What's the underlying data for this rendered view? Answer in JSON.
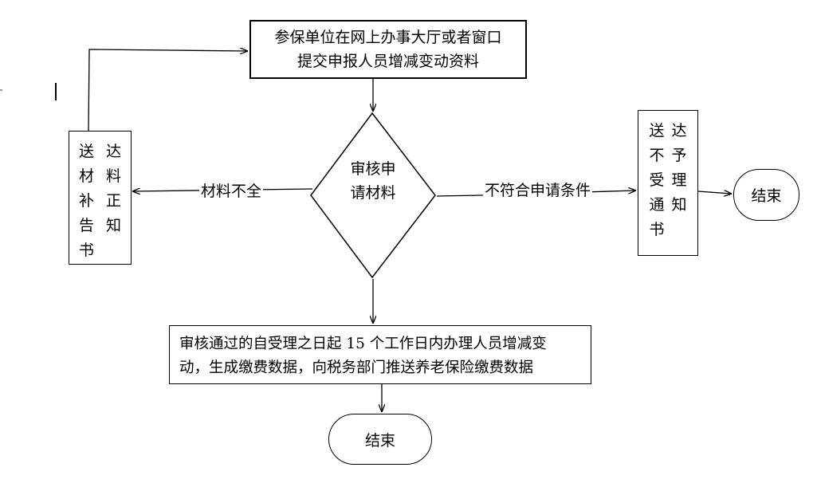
{
  "flow": {
    "start_box": {
      "line1": "参保单位在网上办事大厅或者窗口",
      "line2": "提交申报人员增减变动资料"
    },
    "decision": {
      "line1": "审核申",
      "line2": "请材料"
    },
    "supplement_notice": {
      "col1": [
        "送",
        "材",
        "补",
        "告",
        "书"
      ],
      "col2": [
        "达",
        "料",
        "正",
        "知"
      ]
    },
    "rejection_notice": {
      "col1": [
        "送",
        "不",
        "受",
        "通",
        "书"
      ],
      "col2": [
        "达",
        "予",
        "理",
        "知"
      ]
    },
    "approved_box": {
      "line1": "审核通过的自受理之日起 15 个工作日内办理人员增减变",
      "line2": "动，生成缴费数据，向税务部门推送养老保险缴费数据"
    },
    "end_right_label": "结束",
    "end_bottom_label": "结束",
    "edge_incomplete_label": "材料不全",
    "edge_ineligible_label": "不符合申请条件"
  }
}
